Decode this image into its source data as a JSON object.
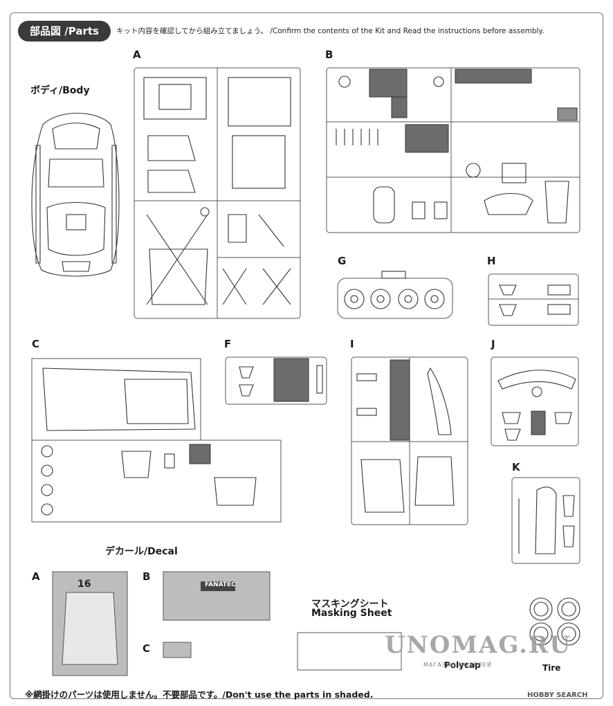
{
  "header": {
    "title": "部品図 /Parts",
    "note": "キット内容を確認してから組み立てましょう。 /Confirm the contents of the Kit and Read the instructions before assembly."
  },
  "body_label": "ボディ/Body",
  "sprues": {
    "a": "A",
    "b": "B",
    "c": "C",
    "f": "F",
    "g": "G",
    "h": "H",
    "i": "I",
    "j": "J",
    "k": "K"
  },
  "decal": {
    "title": "デカール/Decal",
    "a": "A",
    "b": "B",
    "c": "C",
    "badge_number": "16",
    "b_banner": "FANATEC"
  },
  "masking": {
    "title_jp": "マスキングシート",
    "title_en": "Masking Sheet"
  },
  "polycap_label": "Polycap",
  "tire_label": "Tire",
  "footer": "※網掛けのパーツは使用しません。不要部品です。/Don't use the parts in shaded.",
  "watermark": "UNOMAG.RU",
  "watermark_sub": "МАГАЗИН МОДЕЛЕЙ",
  "credit": "HOBBY SEARCH",
  "icons": [
    "car-body-drawing",
    "sprue-frame",
    "wheel-icon",
    "tire-ring-icon"
  ]
}
